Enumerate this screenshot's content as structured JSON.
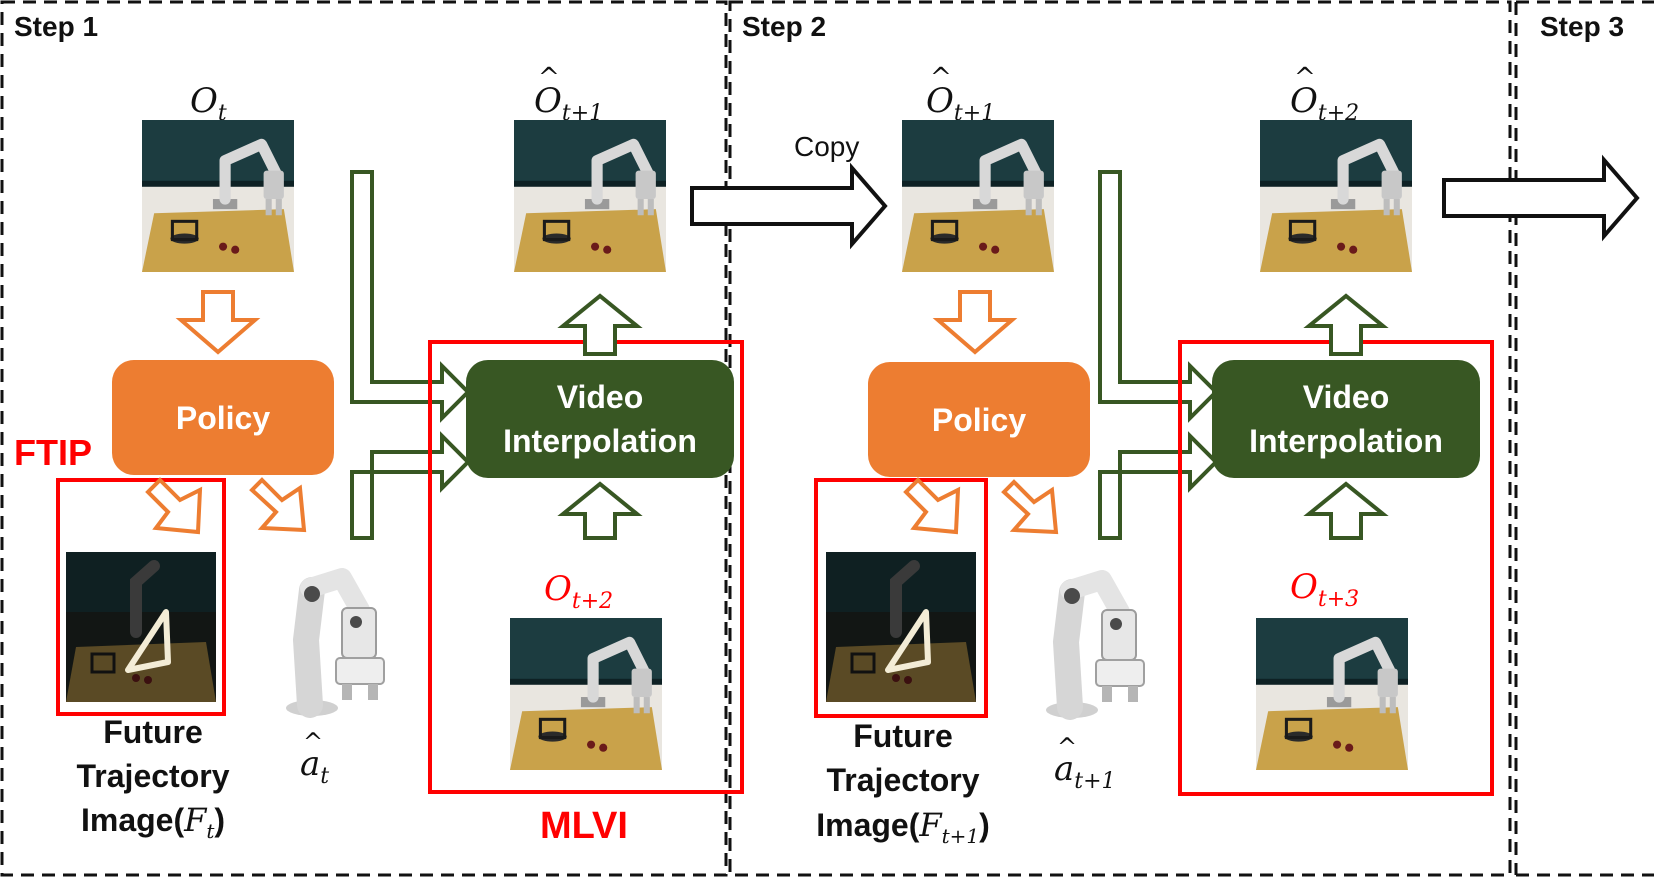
{
  "colors": {
    "policy_fill": "#ED7D31",
    "interp_fill": "#385723",
    "highlight_red": "#FF0000",
    "arrow_orange": "#ED7D31",
    "arrow_green": "#385723",
    "scene_wall": "#1c3c40",
    "scene_floor": "#e9e6e0",
    "scene_mat": "#c9a24a"
  },
  "steps": [
    {
      "label": "Step 1",
      "obs_in": {
        "base": "O",
        "sub": "t",
        "hat": false
      },
      "obs_out": {
        "base": "O",
        "sub": "t+1",
        "hat": true
      },
      "obs_future": {
        "base": "O",
        "sub": "t+2"
      },
      "policy_label": "Policy",
      "interp_line1": "Video",
      "interp_line2": "Interpolation",
      "action": {
        "base": "a",
        "sub": "t"
      },
      "fti_line1": "Future",
      "fti_line2": "Trajectory",
      "fti_line3_prefix": "Image(",
      "fti_symbol": {
        "base": "F",
        "sub": "t"
      },
      "fti_line3_suffix": ")"
    },
    {
      "label": "Step 2",
      "obs_in": {
        "base": "O",
        "sub": "t+1",
        "hat": true
      },
      "obs_out": {
        "base": "O",
        "sub": "t+2",
        "hat": true
      },
      "obs_future": {
        "base": "O",
        "sub": "t+3"
      },
      "policy_label": "Policy",
      "interp_line1": "Video",
      "interp_line2": "Interpolation",
      "action": {
        "base": "a",
        "sub": "t+1"
      },
      "fti_line1": "Future",
      "fti_line2": "Trajectory",
      "fti_line3_prefix": "Image(",
      "fti_symbol": {
        "base": "F",
        "sub": "t+1"
      },
      "fti_line3_suffix": ")"
    },
    {
      "label": "Step 3"
    }
  ],
  "labels": {
    "ftip": "FTIP",
    "mlvi": "MLVI",
    "copy": "Copy"
  },
  "icons": {
    "scene": "robot-arm-scene-image",
    "trajectory": "future-trajectory-image",
    "robot": "robot-arm-action-icon"
  }
}
